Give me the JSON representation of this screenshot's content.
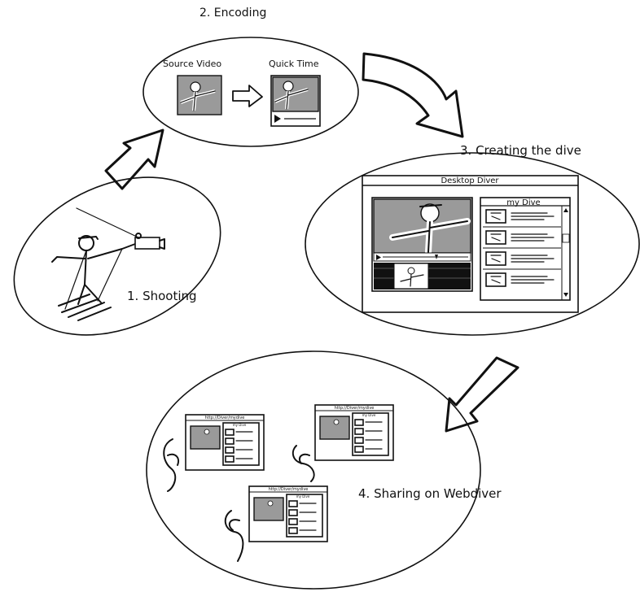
{
  "steps": {
    "shooting": "1. Shooting",
    "encoding": "2. Encoding",
    "creating": "3. Creating the dive",
    "sharing": "4. Sharing on Webdiver"
  },
  "encoding_panel": {
    "source_label": "Source Video",
    "quicktime_label": "Quick Time"
  },
  "desktop_diver": {
    "window_title": "Desktop Diver",
    "list_title": "my Dive"
  },
  "webdiver": {
    "url": "http://Diver/mydive",
    "list_title": "my Dive"
  }
}
